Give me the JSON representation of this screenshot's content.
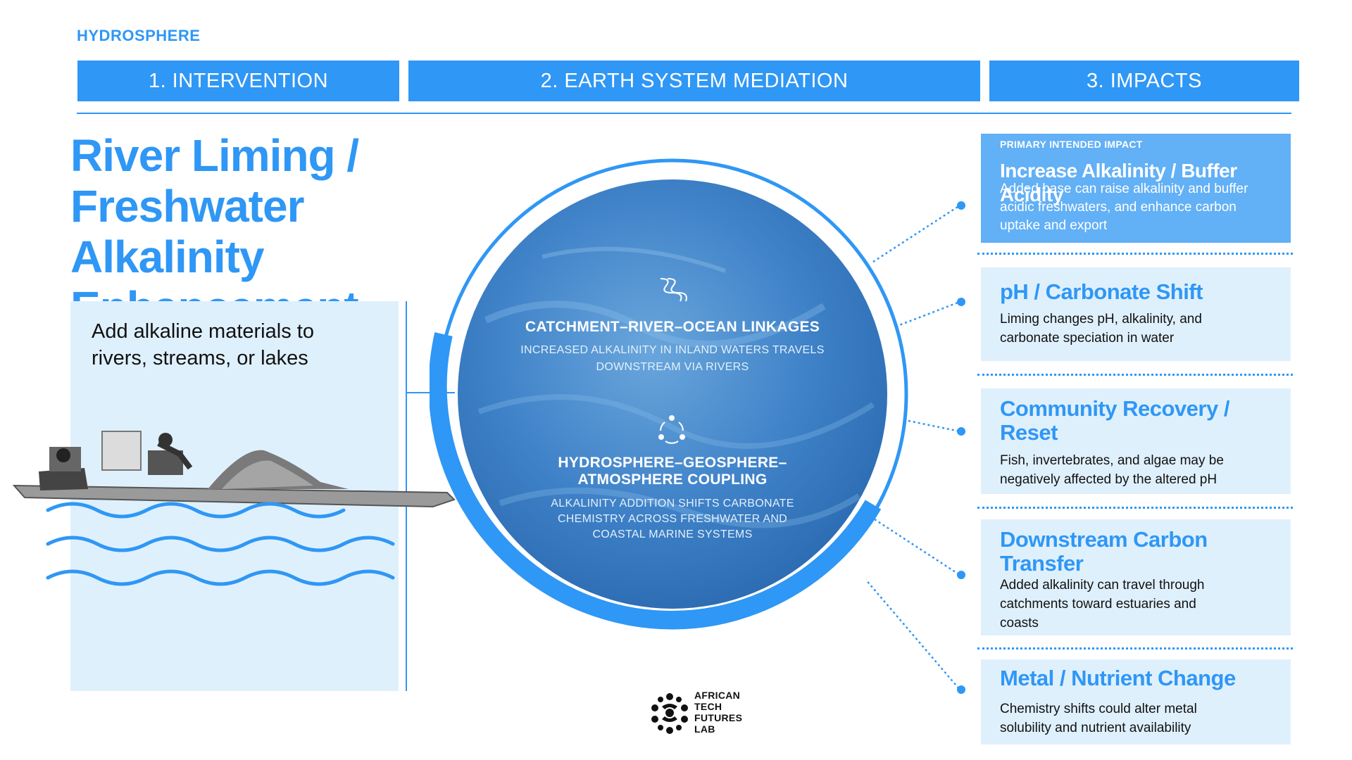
{
  "section": "HYDROSPHERE",
  "tabs": [
    {
      "label": "1. INTERVENTION"
    },
    {
      "label": "2. EARTH SYSTEM MEDIATION"
    },
    {
      "label": "3. IMPACTS"
    }
  ],
  "title_lines": [
    "River Liming /",
    "Freshwater Alkalinity",
    "Enhancement"
  ],
  "intervention": {
    "description_lines": [
      "Add alkaline materials to",
      "rivers, streams, or lakes"
    ]
  },
  "mediation": {
    "block1": {
      "icon": "river-path-icon",
      "heading": "CATCHMENT–RIVER–OCEAN LINKAGES",
      "body_lines": [
        "INCREASED ALKALINITY IN INLAND WATERS TRAVELS",
        "DOWNSTREAM VIA RIVERS"
      ]
    },
    "block2": {
      "icon": "cycle-icon",
      "heading_lines": [
        "HYDROSPHERE–GEOSPHERE–",
        "ATMOSPHERE COUPLING"
      ],
      "body_lines": [
        "ALKALINITY ADDITION SHIFTS CARBONATE",
        "CHEMISTRY ACROSS FRESHWATER AND",
        "COASTAL MARINE SYSTEMS"
      ]
    }
  },
  "impacts": {
    "primary_label": "PRIMARY INTENDED IMPACT",
    "items": [
      {
        "title_lines": [
          "Increase Alkalinity / Buffer Acidity"
        ],
        "body_lines": [
          "Added base can raise alkalinity and buffer",
          "acidic freshwaters, and enhance carbon",
          "uptake and export"
        ]
      },
      {
        "title_lines": [
          "pH / Carbonate Shift"
        ],
        "body_lines": [
          "Liming changes pH, alkalinity, and",
          "carbonate speciation in water"
        ]
      },
      {
        "title_lines": [
          "Community Recovery /",
          "Reset"
        ],
        "body_lines": [
          "Fish, invertebrates, and algae may be",
          "negatively affected by the altered pH"
        ]
      },
      {
        "title_lines": [
          "Downstream Carbon",
          "Transfer"
        ],
        "body_lines": [
          "Added alkalinity can travel through",
          "catchments toward estuaries and",
          "coasts"
        ]
      },
      {
        "title_lines": [
          "Metal / Nutrient Change"
        ],
        "body_lines": [
          "Chemistry shifts could alter metal",
          "solubility and nutrient availability"
        ]
      }
    ]
  },
  "logo": {
    "lines": [
      "AFRICAN",
      "TECH",
      "FUTURES",
      "LAB"
    ]
  },
  "colors": {
    "accent": "#2f97f5",
    "panel": "#dff0fd",
    "primary_panel": "#62b0f6",
    "circle": "#2a69b0"
  }
}
